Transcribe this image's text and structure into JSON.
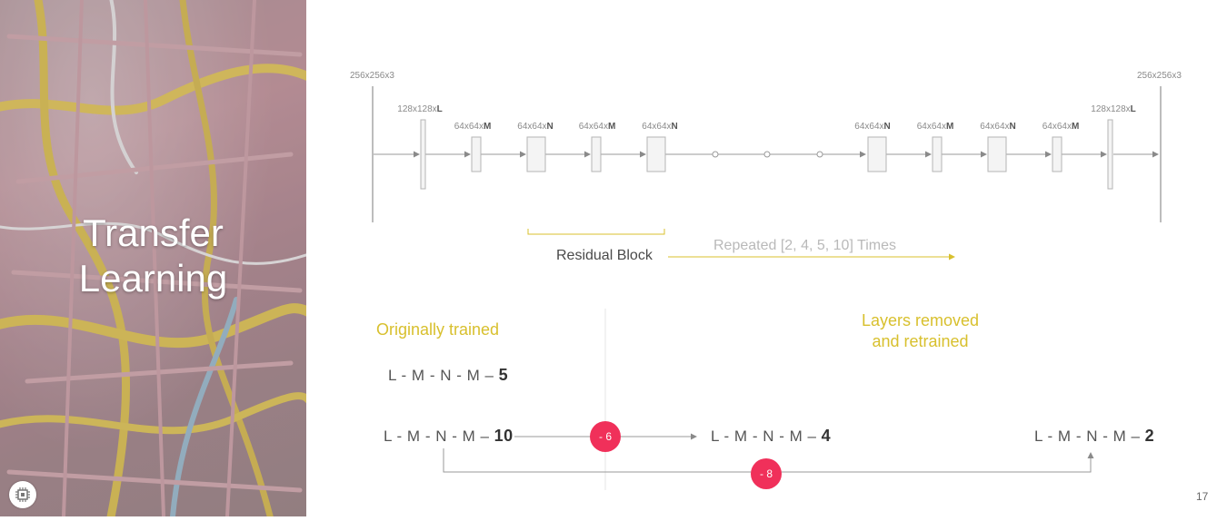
{
  "slide": {
    "title_line1": "Transfer",
    "title_line2": "Learning",
    "page_number": "17"
  },
  "network": {
    "input_label": "256x256x3",
    "output_label": "256x256x3",
    "layers": [
      {
        "prefix": "128x128x",
        "type": "L"
      },
      {
        "prefix": "64x64x",
        "type": "M"
      },
      {
        "prefix": "64x64x",
        "type": "N"
      },
      {
        "prefix": "64x64x",
        "type": "M"
      },
      {
        "prefix": "64x64x",
        "type": "N"
      },
      {
        "prefix": "64x64x",
        "type": "N"
      },
      {
        "prefix": "64x64x",
        "type": "M"
      },
      {
        "prefix": "64x64x",
        "type": "N"
      },
      {
        "prefix": "64x64x",
        "type": "M"
      },
      {
        "prefix": "128x128x",
        "type": "L"
      }
    ],
    "residual_block_label": "Residual Block",
    "repeated_label": "Repeated [2, 4, 5, 10] Times"
  },
  "transfer": {
    "original_heading": "Originally trained",
    "removed_heading_line1": "Layers removed",
    "removed_heading_line2": "and retrained",
    "sequences": [
      {
        "prefix": "L - M - N - M – ",
        "count": "5"
      },
      {
        "prefix": "L - M - N - M – ",
        "count": "10"
      },
      {
        "prefix": "L - M - N - M – ",
        "count": "4"
      },
      {
        "prefix": "L - M - N - M – ",
        "count": "2"
      }
    ],
    "badges": [
      "- 6",
      "- 8"
    ]
  },
  "colors": {
    "accent_yellow": "#d8c02e",
    "badge_red": "#f0305a",
    "line_gray": "#9a9a9a"
  }
}
